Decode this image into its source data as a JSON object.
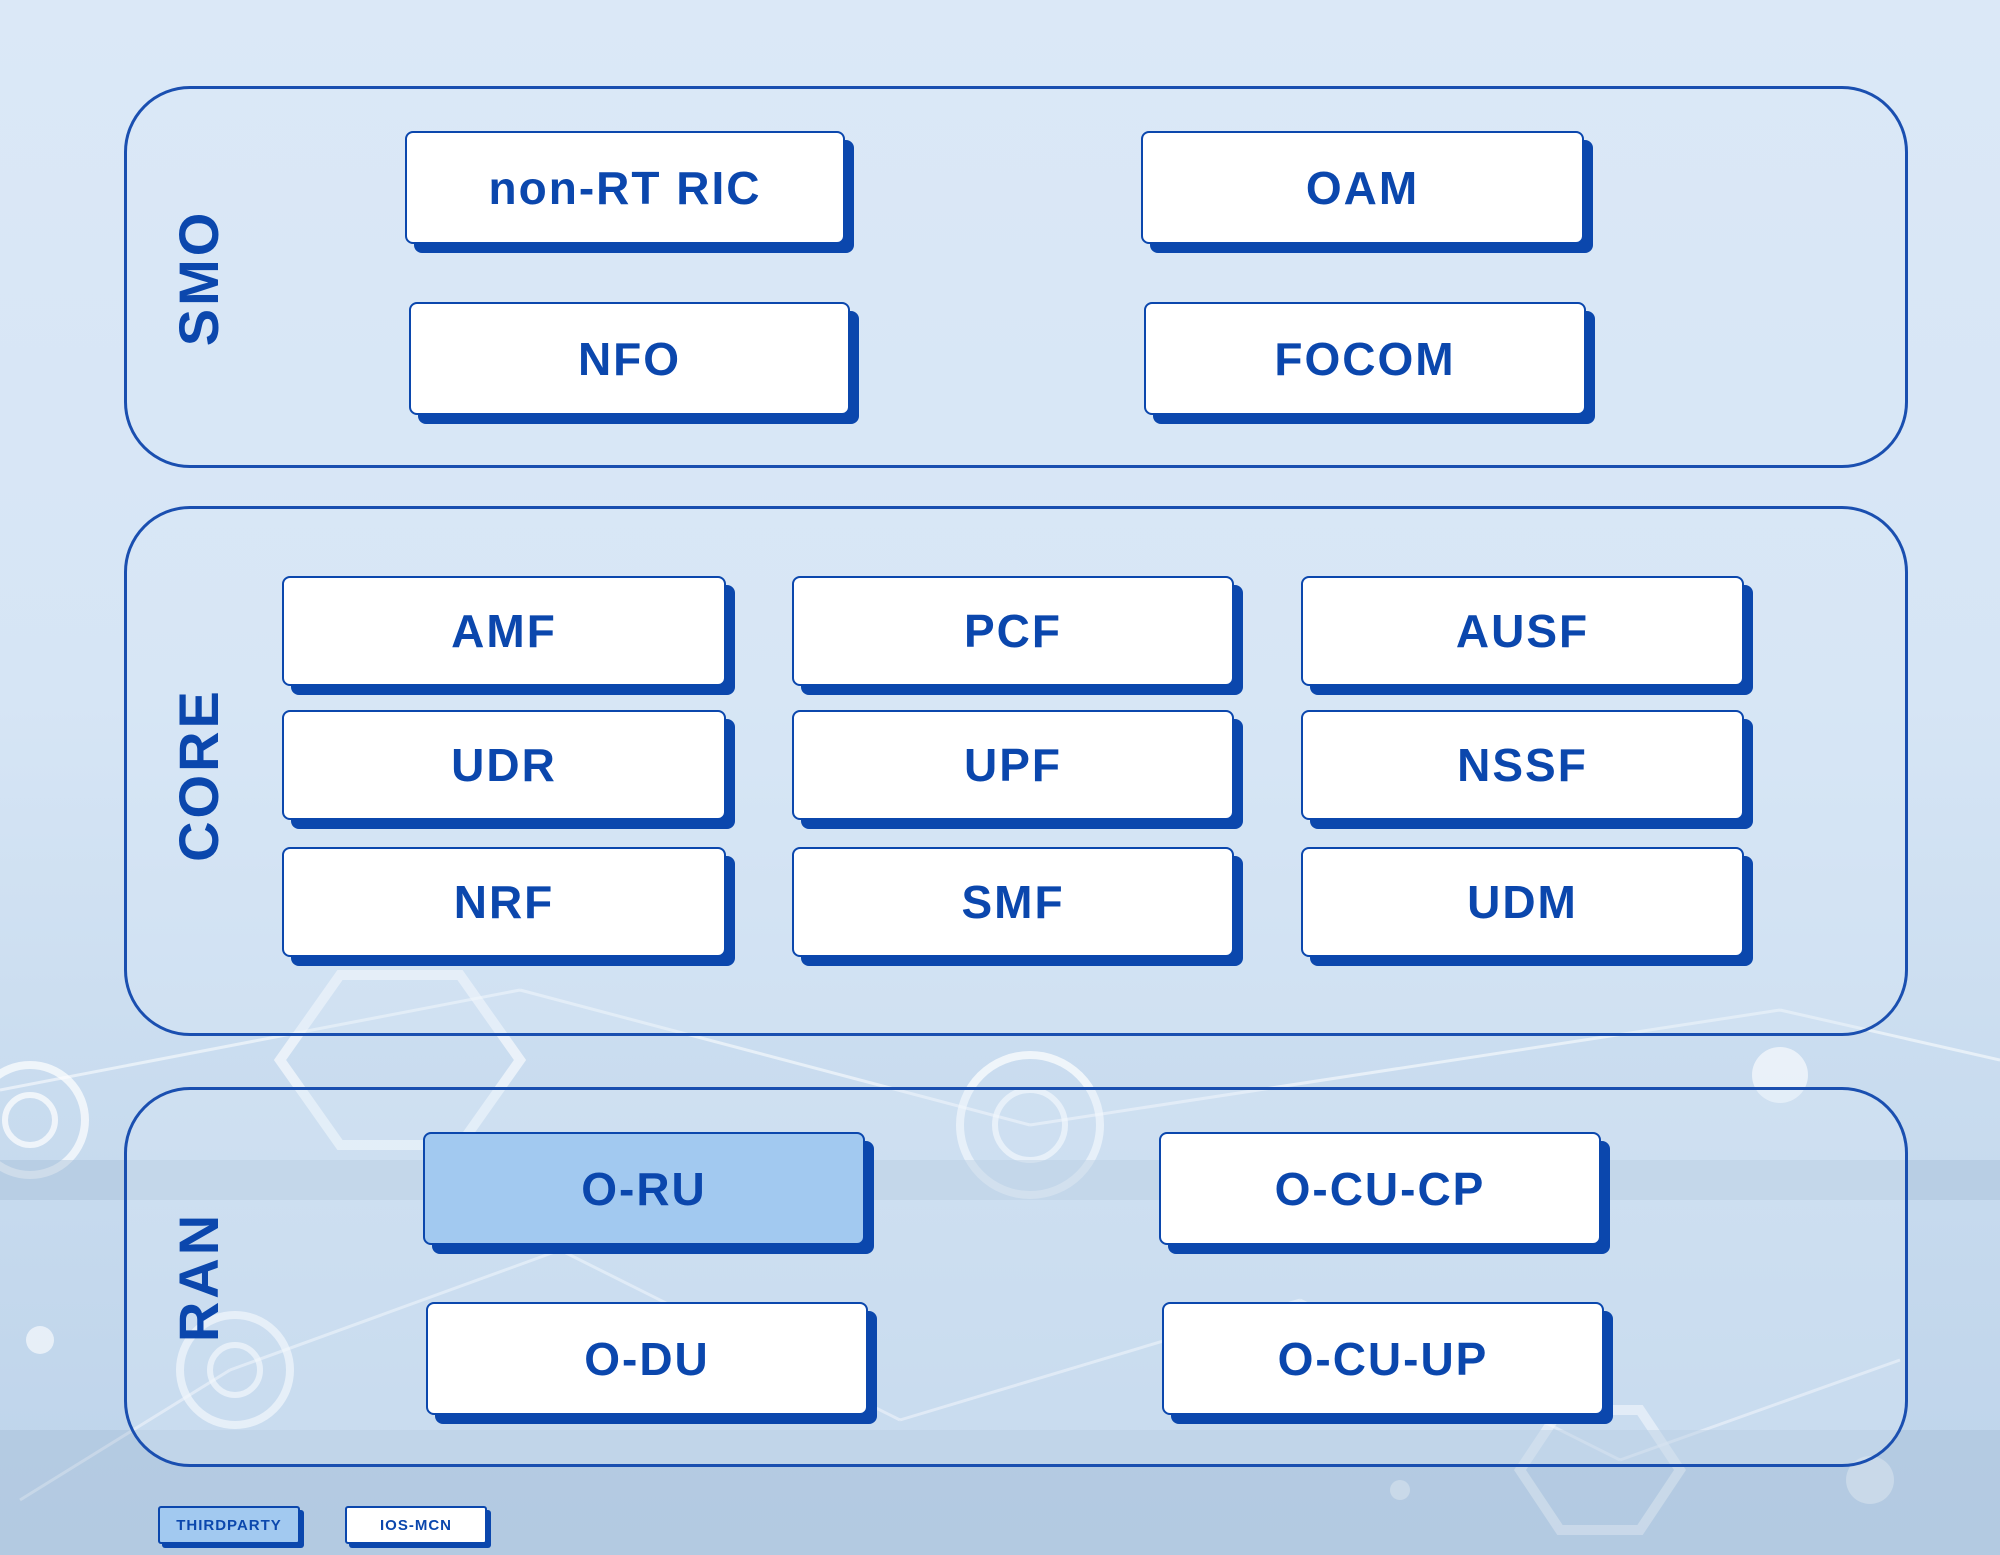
{
  "colors": {
    "accent": "#0b47ad",
    "third_party_fill": "#a2c9f0",
    "component_fill": "#ffffff",
    "background": "#d6e5f5"
  },
  "smo": {
    "label": "SMO",
    "components": [
      "non-RT RIC",
      "OAM",
      "NFO",
      "FOCOM"
    ]
  },
  "core": {
    "label": "CORE",
    "components": [
      "AMF",
      "PCF",
      "AUSF",
      "UDR",
      "UPF",
      "NSSF",
      "NRF",
      "SMF",
      "UDM"
    ]
  },
  "ran": {
    "label": "RAN",
    "components": [
      "O-RU",
      "O-CU-CP",
      "O-DU",
      "O-CU-UP"
    ]
  },
  "legend": {
    "thirdparty": "THIRDPARTY",
    "ios_mcn": "IOS-MCN"
  }
}
